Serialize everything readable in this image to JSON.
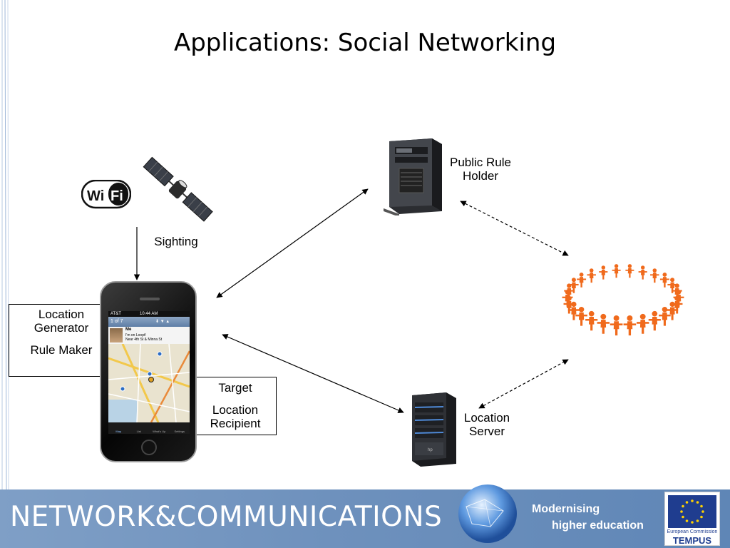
{
  "title": "Applications: Social Networking",
  "labels": {
    "sighting": "Sighting",
    "public_rule_holder_line1": "Public Rule",
    "public_rule_holder_line2": "Holder",
    "location_server_line1": "Location",
    "location_server_line2": "Server",
    "location_generator_line1": "Location",
    "location_generator_line2": "Generator",
    "rule_maker": "Rule Maker",
    "target": "Target",
    "location_recipient_line1": "Location",
    "location_recipient_line2": "Recipient"
  },
  "phone": {
    "carrier": "AT&T",
    "time": "10:44 AM",
    "page": "1 of 7",
    "contact_name": "Me",
    "status_line1": "I'm on Loopt!",
    "status_line2": "Near 4th St & Minna St",
    "tabs": [
      "Map",
      "List",
      "What's Up",
      "Settings"
    ]
  },
  "wifi_logo": "Wi Fi",
  "footer": {
    "title": "NETWORK&COMMUNICATIONS",
    "tagline_line1": "Modernising",
    "tagline_line2": "higher education",
    "eu_caption": "European Commission",
    "eu_program": "TEMPUS"
  },
  "colors": {
    "footer_bg": "#6e91bd",
    "people_ring": "#f06a1c",
    "eu_blue": "#1f3d8f",
    "eu_star": "#ffd200"
  }
}
